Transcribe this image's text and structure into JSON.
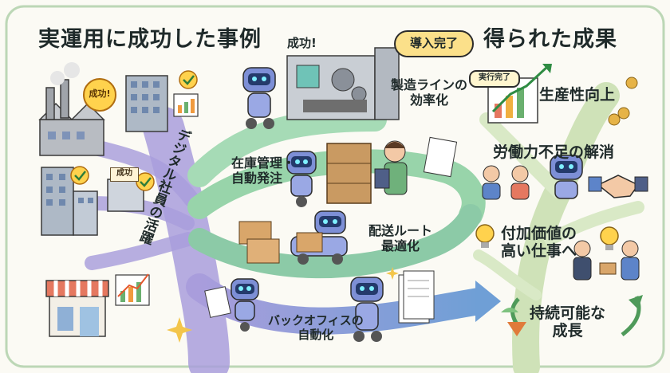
{
  "title_left": "実運用に成功した事例",
  "title_right": "得られた成果",
  "trunk_label": "デジタル社員の活躍",
  "speech_success": "成功!",
  "badge_done": "導入完了",
  "badge_executed": "実行完了",
  "stamp_success": "成功!",
  "sign_success": "成功",
  "cases": [
    {
      "label": "製造ラインの\n効率化"
    },
    {
      "label": "在庫管理・\n自動発注"
    },
    {
      "label": "配送ルート\n最適化"
    },
    {
      "label": "バックオフィスの\n自動化"
    }
  ],
  "results": [
    {
      "label": "生産性向上"
    },
    {
      "label": "労働力不足の解消"
    },
    {
      "label": "付加価値の\n高い仕事へ"
    },
    {
      "label": "持続可能な\n成長"
    }
  ],
  "colors": {
    "branch_purple": "#8f7fc4",
    "branch_green": "#86c99a",
    "branch_blue": "#6a8fc9",
    "badge_yellow": "#fbe08a",
    "robot_blue": "#7d8fd6",
    "tree_green": "#c8ddb0"
  }
}
